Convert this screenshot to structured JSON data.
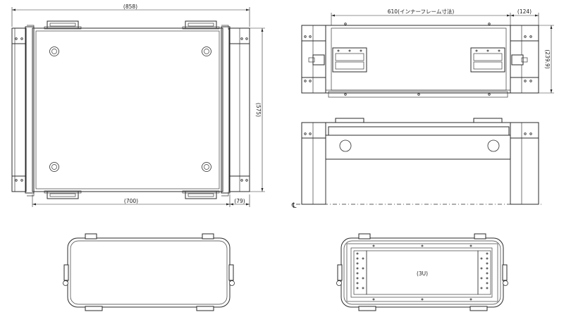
{
  "dimensions": {
    "overall_width": "(858)",
    "inner_frame": "610(インナーフレーム寸法)",
    "side_depth": "(124)",
    "height_side": "(239.9)",
    "depth": "(575)",
    "body_width": "(700)",
    "end_width": "(79)"
  },
  "labels": {
    "rack_units": "(3U)",
    "centerline": "℄"
  },
  "colors": {
    "line": "#2a2a2a",
    "background": "#ffffff"
  }
}
